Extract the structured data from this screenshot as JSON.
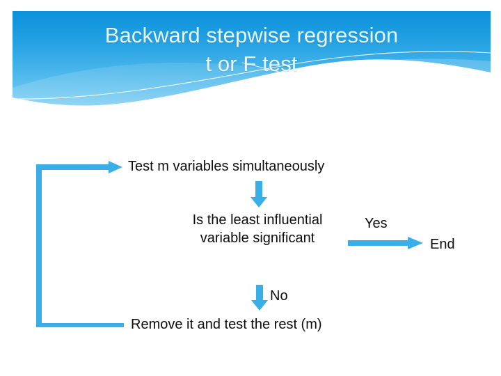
{
  "slide": {
    "background_color": "#ffffff",
    "accent_color": "#3aaee8",
    "header": {
      "gradient_top": "#0d94dc",
      "gradient_bottom": "#62c0ef",
      "title_line1": "Backward stepwise regression",
      "title_line2": "t or F test",
      "title_color": "#e9f6fd"
    }
  },
  "flowchart": {
    "type": "flowchart",
    "nodes": [
      {
        "id": "test",
        "label": "Test m variables simultaneously"
      },
      {
        "id": "decision",
        "label": "Is the least influential variable significant"
      },
      {
        "id": "end",
        "label": "End"
      },
      {
        "id": "remove",
        "label": "Remove it and test the rest (m)"
      }
    ],
    "edge_labels": {
      "yes": "Yes",
      "no": "No"
    },
    "edges": [
      {
        "from": "loop",
        "to": "test",
        "label": "",
        "direction": "right"
      },
      {
        "from": "test",
        "to": "decision",
        "label": "",
        "direction": "down"
      },
      {
        "from": "decision",
        "to": "end",
        "label": "Yes",
        "direction": "right"
      },
      {
        "from": "decision",
        "to": "remove",
        "label": "No",
        "direction": "down"
      },
      {
        "from": "remove",
        "to": "test",
        "label": "",
        "direction": "loop-left"
      }
    ]
  }
}
